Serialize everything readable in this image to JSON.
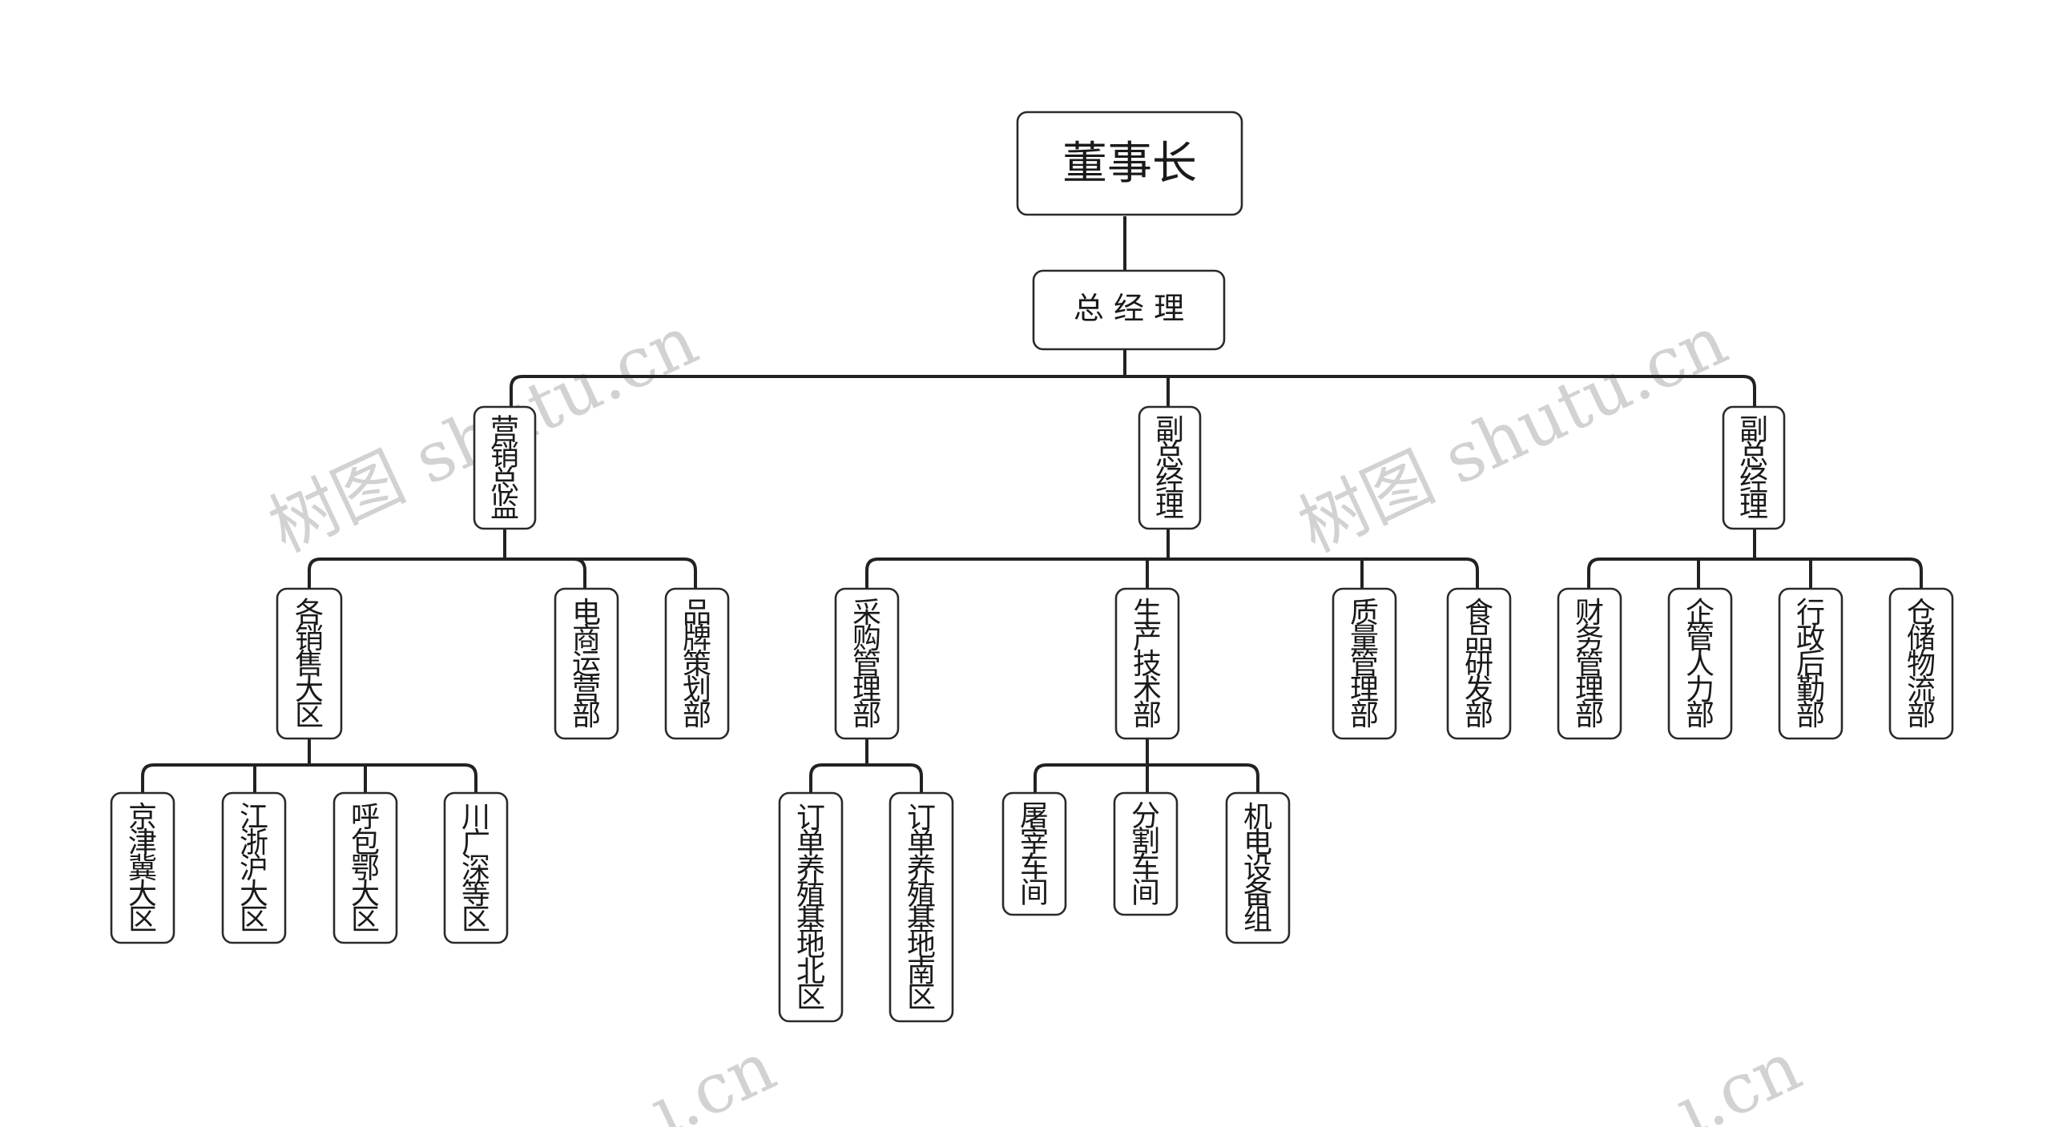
{
  "watermark": "树图 shutu.cn",
  "watermark_tail": "ı.cn",
  "nodes": {
    "ceo": "董事长",
    "gm": "总 经 理",
    "marketing_director": "营销总监",
    "deputy_gm_1": "副总经理",
    "deputy_gm_2": "副总经理",
    "sales_regions": "各销售大区",
    "ecommerce_ops": "电商运营部",
    "brand_planning": "品牌策划部",
    "procurement": "采购管理部",
    "production_tech": "生产技术部",
    "quality": "质量管理部",
    "food_rd": "食品研发部",
    "finance": "财务管理部",
    "hr": "企管人力部",
    "admin": "行政后勤部",
    "warehouse": "仓储物流部",
    "region_jingjinji": "京津冀大区",
    "region_jiangzhehu": "江浙沪大区",
    "region_hubao": "呼包鄂大区",
    "region_chuanguang": "川广深等区",
    "farm_north": "订单养殖基地北区",
    "farm_south": "订单养殖基地南区",
    "slaughter": "屠宰车间",
    "cutting": "分割车间",
    "mechanical": "机电设备组"
  }
}
